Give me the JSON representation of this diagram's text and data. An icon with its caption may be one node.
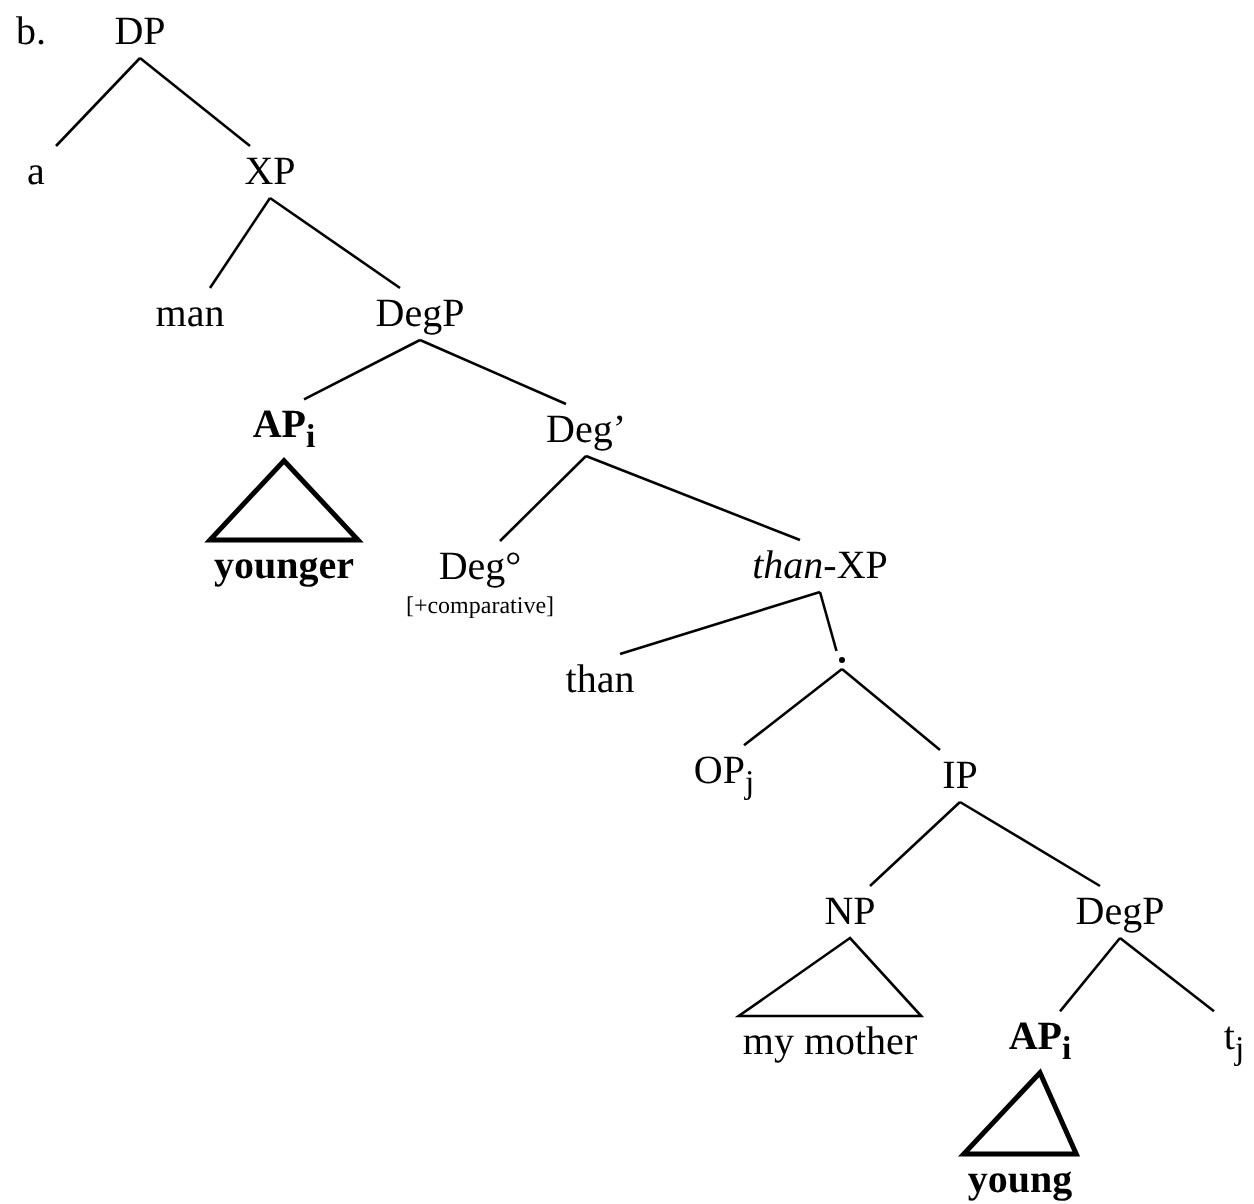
{
  "diagram": {
    "nodes": [
      {
        "text": [
          "DP"
        ]
      },
      {
        "text": [
          "a"
        ]
      },
      {
        "text": [
          "XP"
        ]
      },
      {
        "text": [
          "man"
        ]
      },
      {
        "text": [
          "DegP"
        ]
      },
      {
        "text": [
          "AP$_{i}$"
        ]
      },
      {
        "text": [
          "Deg’"
        ]
      },
      {
        "text": [
          "younger"
        ]
      },
      {
        "text": [
          "Deg°",
          "[+comparative]"
        ]
      },
      {
        "text": [
          "*than*-XP"
        ]
      },
      {
        "text": [
          "than"
        ]
      },
      {
        "text": [],
        "shape": "point"
      },
      {
        "text": [
          "OP$_{j}$"
        ]
      },
      {
        "text": [
          "IP"
        ]
      },
      {
        "text": [
          "NP"
        ]
      },
      {
        "text": [
          "DegP"
        ]
      },
      {
        "text": [
          "my mother"
        ]
      },
      {
        "text": [
          "AP$_{i}$"
        ]
      },
      {
        "text": [
          "t$_{j}$"
        ]
      },
      {
        "text": [
          "young"
        ]
      }
    ],
    "edges": [
      {
        "from": 0,
        "to": 1,
        "arrow": "none"
      },
      {
        "from": 0,
        "to": 2,
        "arrow": "none"
      },
      {
        "from": 2,
        "to": 3,
        "arrow": "none"
      },
      {
        "from": 2,
        "to": 4,
        "arrow": "none"
      },
      {
        "from": 4,
        "to": 5,
        "arrow": "none"
      },
      {
        "from": 4,
        "to": 6,
        "arrow": "none"
      },
      {
        "from": 5,
        "to": 7,
        "arrow": "none",
        "style": "thick"
      },
      {
        "from": 6,
        "to": 8,
        "arrow": "none"
      },
      {
        "from": 6,
        "to": 9,
        "arrow": "none"
      },
      {
        "from": 9,
        "to": 10,
        "arrow": "none"
      },
      {
        "from": 9,
        "to": 11,
        "arrow": "none"
      },
      {
        "from": 11,
        "to": 12,
        "arrow": "none"
      },
      {
        "from": 11,
        "to": 13,
        "arrow": "none"
      },
      {
        "from": 13,
        "to": 14,
        "arrow": "none"
      },
      {
        "from": 13,
        "to": 15,
        "arrow": "none"
      },
      {
        "from": 14,
        "to": 16,
        "arrow": "none"
      },
      {
        "from": 15,
        "to": 17,
        "arrow": "none"
      },
      {
        "from": 15,
        "to": 18,
        "arrow": "none"
      },
      {
        "from": 17,
        "to": 19,
        "arrow": "none",
        "style": "thick"
      }
    ],
    "labels": [
      "b."
    ]
  }
}
